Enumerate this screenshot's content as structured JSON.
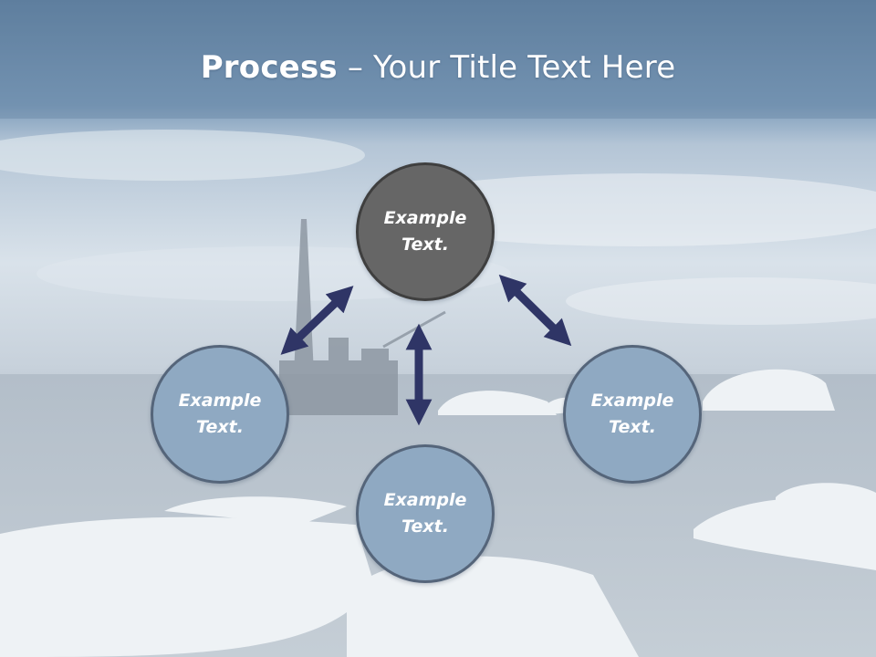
{
  "title": {
    "bold": "Process",
    "rest": " – Your Title Text Here"
  },
  "nodes": {
    "top": {
      "line1": "Example",
      "line2": "Text."
    },
    "left": {
      "line1": "Example",
      "line2": "Text."
    },
    "right": {
      "line1": "Example",
      "line2": "Text."
    },
    "bottom": {
      "line1": "Example",
      "line2": "Text."
    }
  },
  "colors": {
    "header_band": "#6c8fb0",
    "node_top_fill": "#666666",
    "node_fill": "#8fa9c2",
    "node_border": "#55657a",
    "arrow": "#2f3566"
  }
}
